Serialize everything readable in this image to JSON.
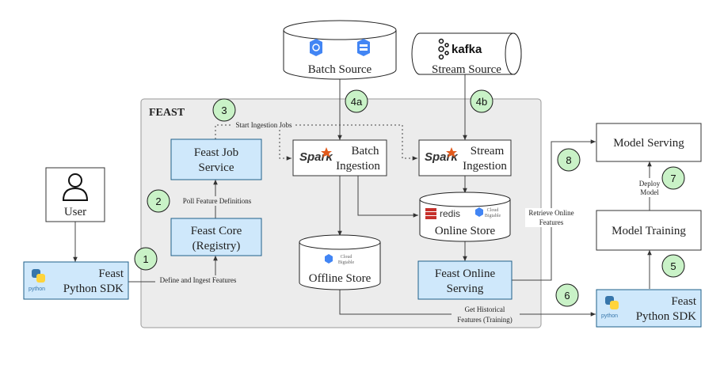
{
  "colors": {
    "feast_region_fill": "#ececec",
    "feast_region_stroke": "#9a9a9a",
    "blue_box_fill": "#cfe8fb",
    "blue_box_stroke": "#1f5f8a",
    "step_fill": "#c9f2c7",
    "step_stroke": "#1b1b1b",
    "gcp_blue": "#4285f4",
    "spark_orange": "#e25a1c",
    "redis_red": "#c6302b",
    "python_blue": "#3776ab",
    "python_yellow": "#ffd43b"
  },
  "region": {
    "title": "FEAST"
  },
  "nodes": {
    "user": {
      "label": "User",
      "icon": "user-icon"
    },
    "sdk_left": {
      "line1": "Feast",
      "line2": "Python SDK",
      "logo_text": "python"
    },
    "feast_core": {
      "line1": "Feast Core",
      "line2": "(Registry)"
    },
    "job_service": {
      "line1": "Feast Job",
      "line2": "Service"
    },
    "batch_source": {
      "label": "Batch Source"
    },
    "stream_source": {
      "label": "Stream Source",
      "logo_text": "kafka"
    },
    "batch_ingestion": {
      "line1": "Batch",
      "line2": "Ingestion",
      "logo_text": "Spark"
    },
    "stream_ingestion": {
      "line1": "Stream",
      "line2": "Ingestion",
      "logo_text": "Spark"
    },
    "online_store": {
      "label": "Online Store",
      "redis_text": "redis",
      "bigtable_line1": "Cloud",
      "bigtable_line2": "Bigtable"
    },
    "offline_store": {
      "label": "Offline Store",
      "bigtable_line1": "Cloud",
      "bigtable_line2": "Bigtable"
    },
    "online_serving": {
      "line1": "Feast Online",
      "line2": "Serving"
    },
    "model_serving": {
      "label": "Model Serving"
    },
    "model_training": {
      "label": "Model Training"
    },
    "sdk_right": {
      "line1": "Feast",
      "line2": "Python SDK",
      "logo_text": "python"
    }
  },
  "steps": {
    "s1": "1",
    "s2": "2",
    "s3": "3",
    "s4a": "4a",
    "s4b": "4b",
    "s5": "5",
    "s6": "6",
    "s7": "7",
    "s8": "8"
  },
  "edge_labels": {
    "define_ingest": "Define and Ingest Features",
    "poll_defs": "Poll Feature Definitions",
    "start_jobs": "Start Ingestion Jobs",
    "retrieve_line1": "Retrieve Online",
    "retrieve_line2": "Features",
    "deploy_line1": "Deploy",
    "deploy_line2": "Model",
    "historical_line1": "Get Historical",
    "historical_line2": "Features (Training)"
  }
}
